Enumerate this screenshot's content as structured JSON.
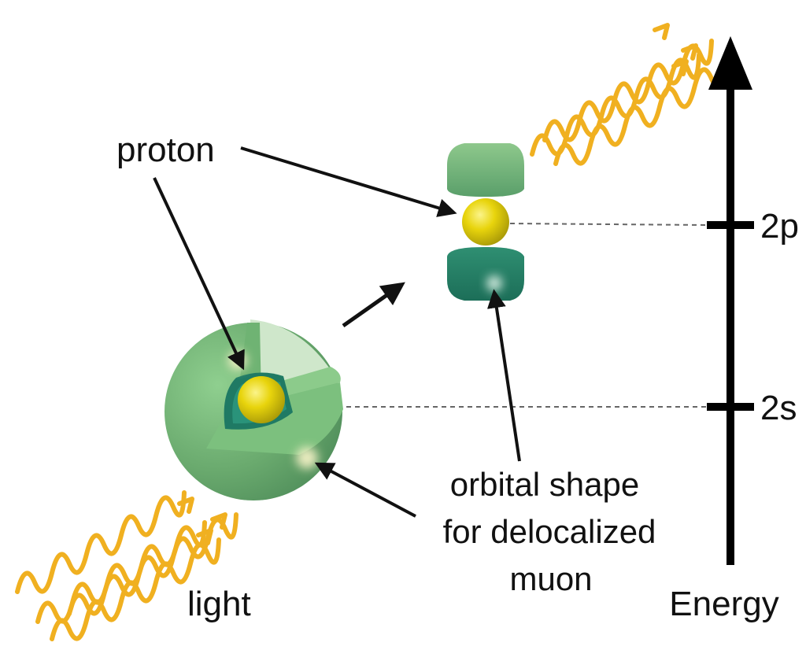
{
  "labels": {
    "proton": "proton",
    "orbital_line1": "orbital shape",
    "orbital_line2": "for delocalized",
    "orbital_line3": "muon",
    "light": "light",
    "energy": "Energy",
    "level_2p": "2p",
    "level_2s": "2s"
  },
  "colors": {
    "orbital_light_green": "#7cc07e",
    "orbital_dark_green": "#1f7a64",
    "proton_yellow": "#e8d40c",
    "light_wave": "#f0b020",
    "axis": "#000000"
  },
  "icons": [
    "light-wave-icon",
    "proton-sphere-icon",
    "s-orbital-cutaway-icon",
    "p-orbital-lobes-icon",
    "transition-arrow-icon"
  ]
}
